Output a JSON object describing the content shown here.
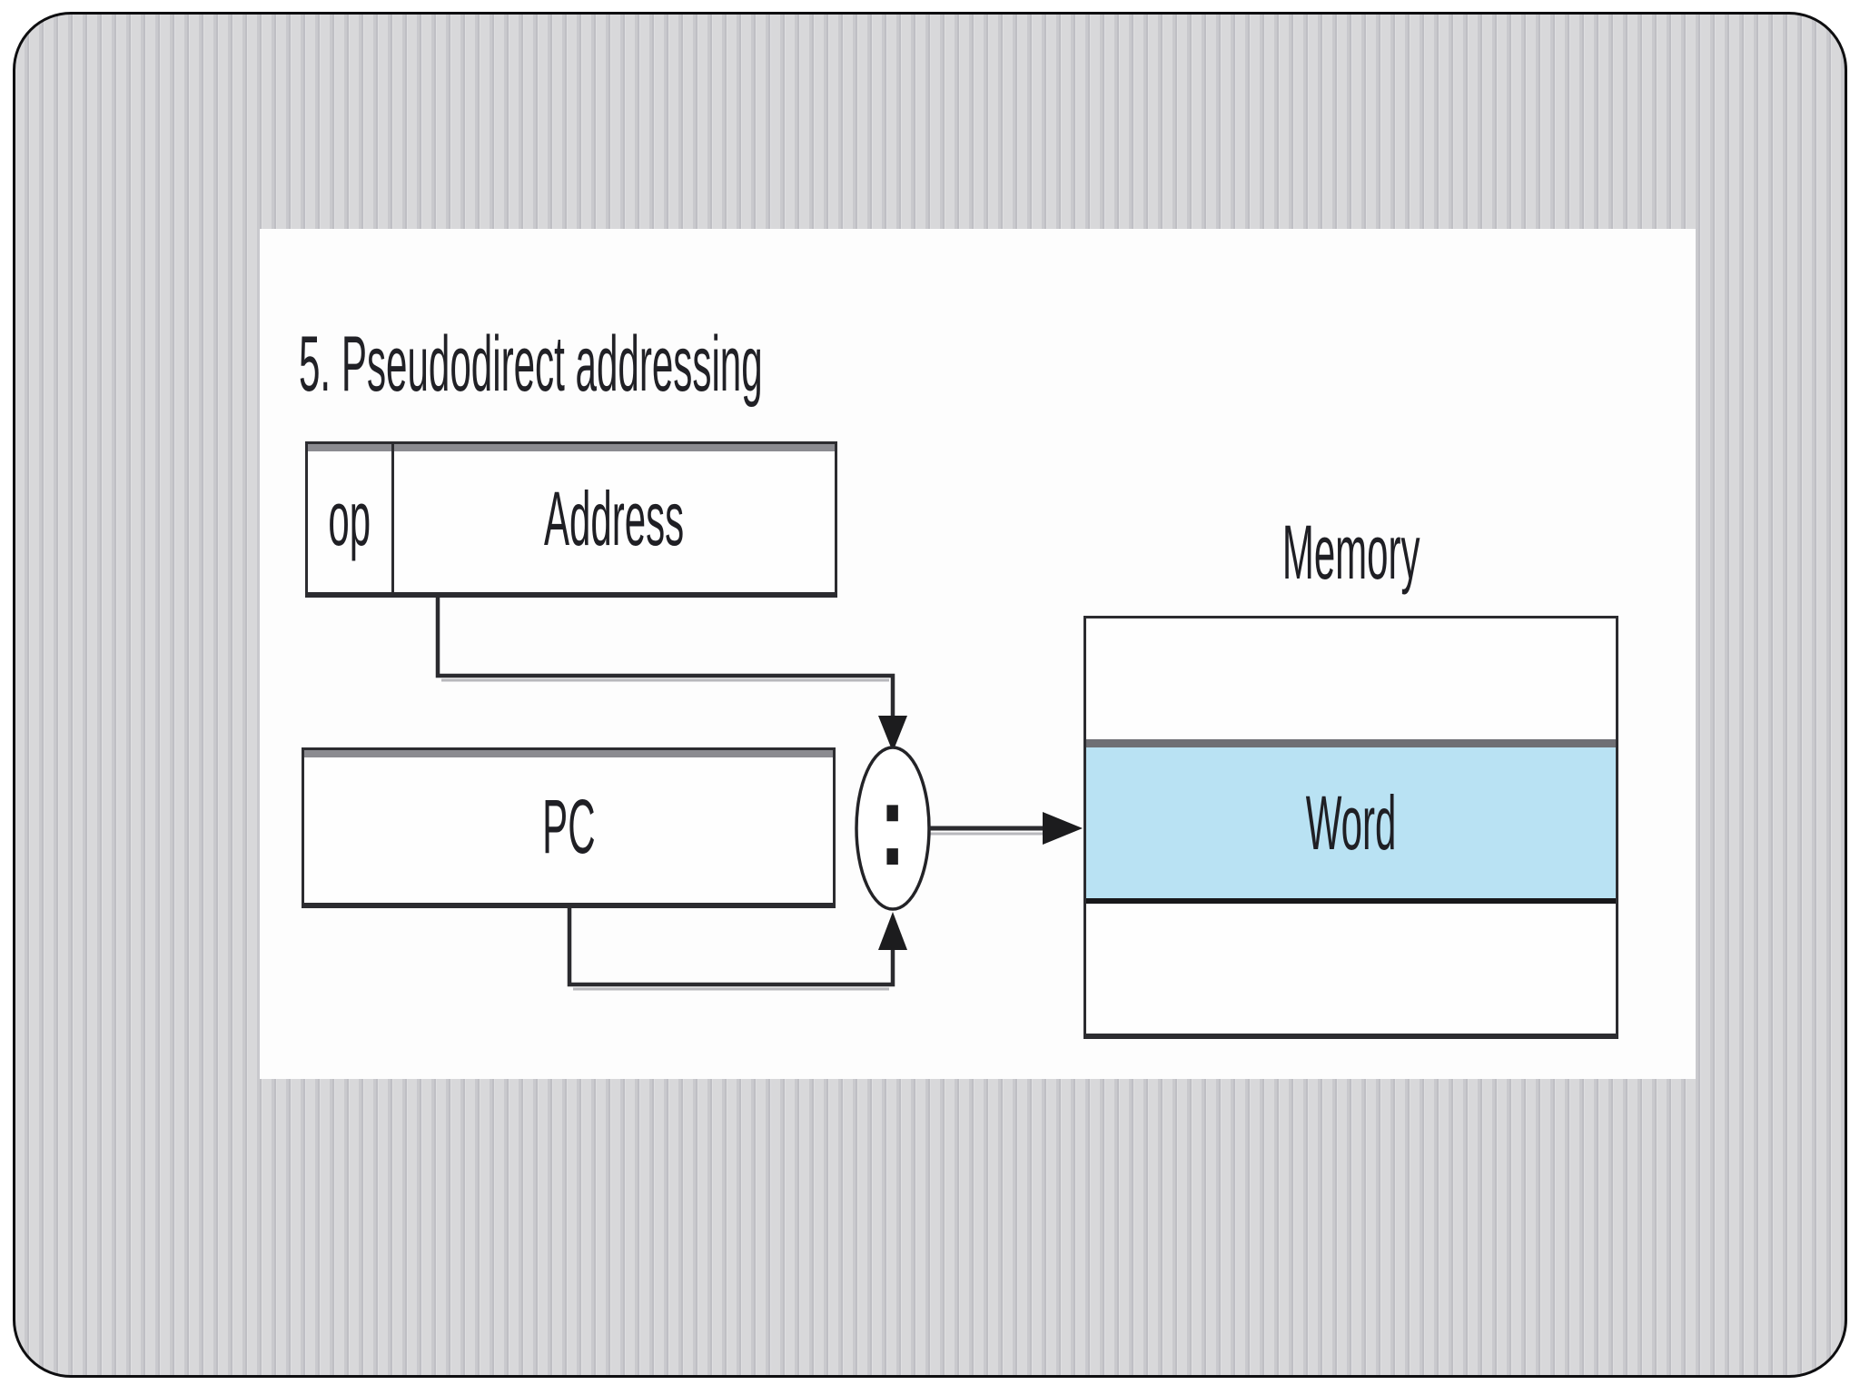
{
  "slide": {
    "title": "5. Pseudodirect addressing",
    "instruction_fields": {
      "op": "op",
      "address": "Address"
    },
    "pc_register": "PC",
    "concat_symbol": ":",
    "memory": {
      "title": "Memory",
      "rows": [
        "",
        "Word",
        ""
      ]
    },
    "colors": {
      "highlight_blue": "#b9e2f3",
      "stripe_light": "#d8d8da",
      "stripe_dark": "#bfbfc4",
      "line": "#2b2b2f"
    }
  }
}
